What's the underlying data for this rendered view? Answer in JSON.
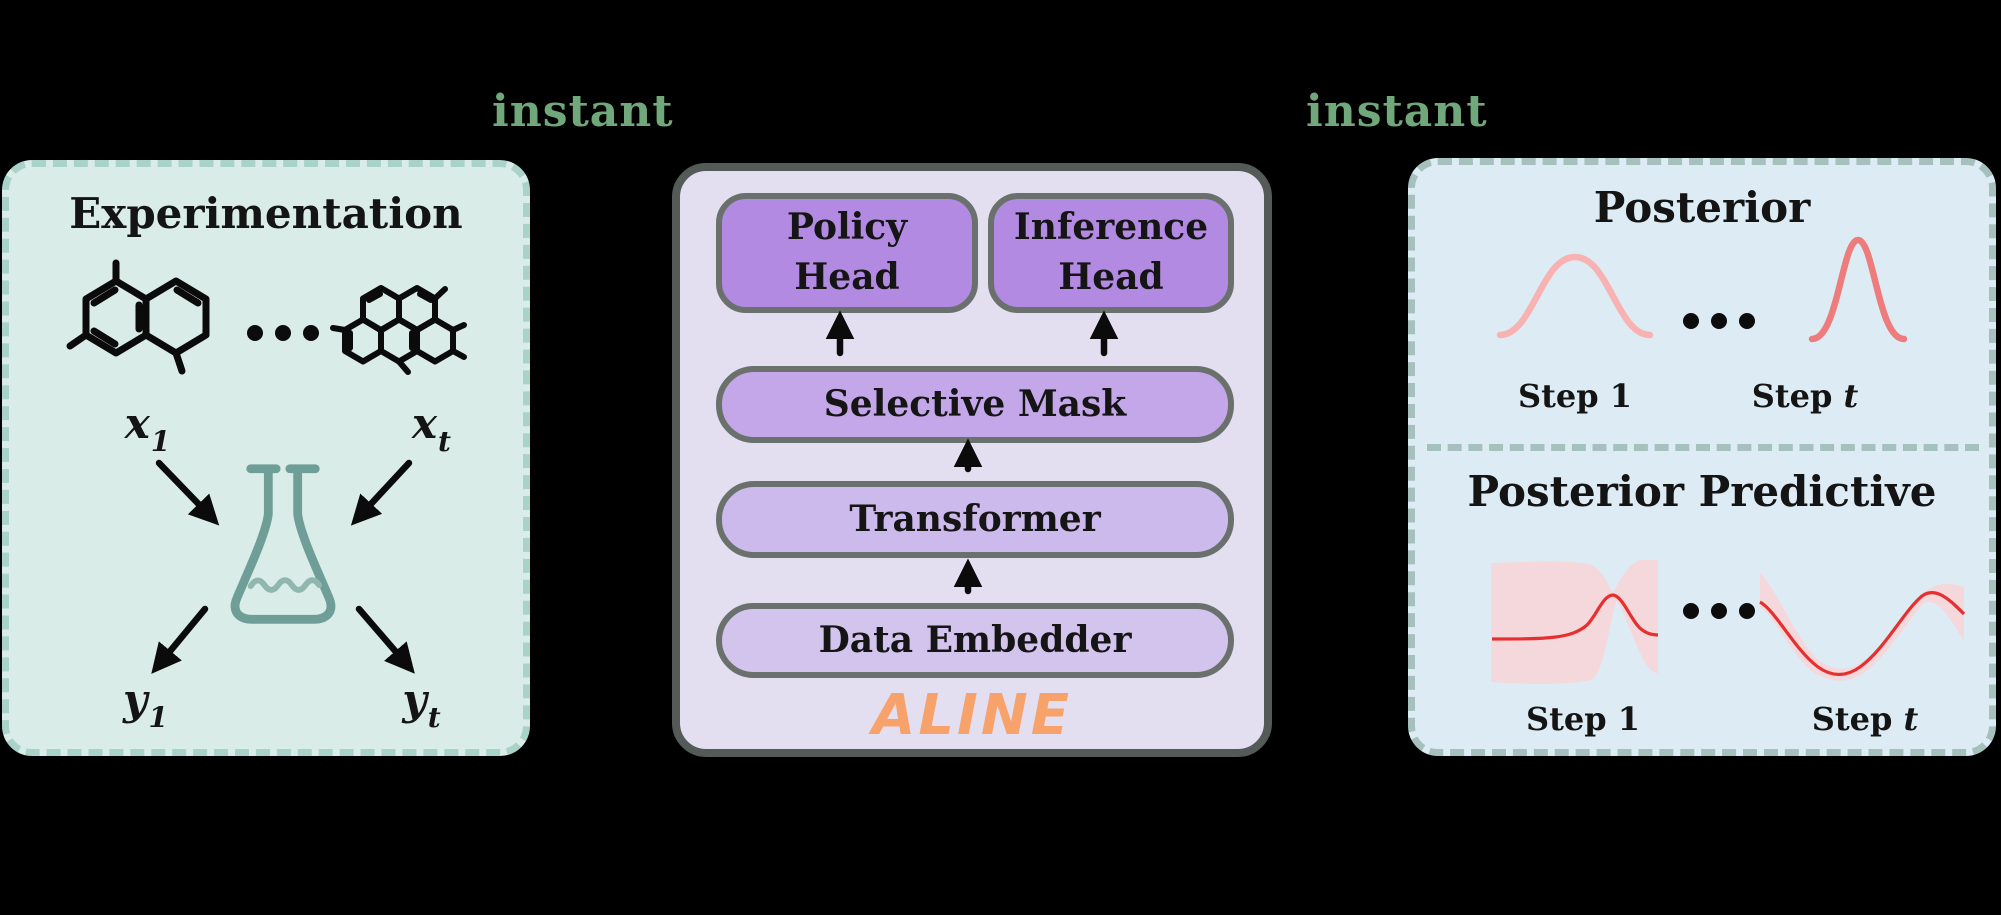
{
  "figure": {
    "flow_labels": {
      "left": "instant",
      "right": "instant"
    }
  },
  "experiment_panel": {
    "title": "Experimentation",
    "x1": {
      "base": "x",
      "sub": "1"
    },
    "xt": {
      "base": "x",
      "sub": "t"
    },
    "y1": {
      "base": "y",
      "sub": "1"
    },
    "yt": {
      "base": "y",
      "sub": "t"
    },
    "icons": {
      "molecule_left": "molecule-structure",
      "molecule_right": "molecule-structure",
      "flask": "erlenmeyer-flask",
      "ellipsis": "three-dots"
    }
  },
  "aline": {
    "policy_head": {
      "line1": "Policy",
      "line2": "Head"
    },
    "inference_head": {
      "line1": "Inference",
      "line2": "Head"
    },
    "selective_mask": "Selective Mask",
    "transformer": "Transformer",
    "data_embedder": "Data Embedder",
    "brand": "ALINE"
  },
  "posterior_panel": {
    "top_title": "Posterior",
    "bottom_title": "Posterior Predictive",
    "step_left": "Step 1",
    "step_right_prefix": "Step ",
    "step_right_var": "t",
    "icons": {
      "ellipsis": "three-dots",
      "bell_left": "gaussian-curve",
      "bell_right": "gaussian-curve",
      "gp_left": "gp-posterior-plot",
      "gp_right": "gp-posterior-plot"
    }
  },
  "colors": {
    "background": "#000000",
    "instant_green": "#70a87b",
    "experiment_fill": "#d9ece7",
    "experiment_border": "#a9d3c9",
    "flask_teal": "#6f9e99",
    "aline_fill": "#e4def1",
    "aline_border": "#545a57",
    "head_purple": "#b28ae1",
    "mask_purple": "#c3a7e9",
    "transformer_purple": "#cdbaec",
    "embedder_purple": "#d3c4ee",
    "brand_orange": "#f8a26b",
    "posterior_fill": "#ddecf4",
    "posterior_border": "#a6c1bd",
    "bell_light_pink": "#f8b2b2",
    "bell_red": "#ee7c7c",
    "gp_line_red": "#e63030",
    "gp_band_pink": "#f5d8db"
  }
}
